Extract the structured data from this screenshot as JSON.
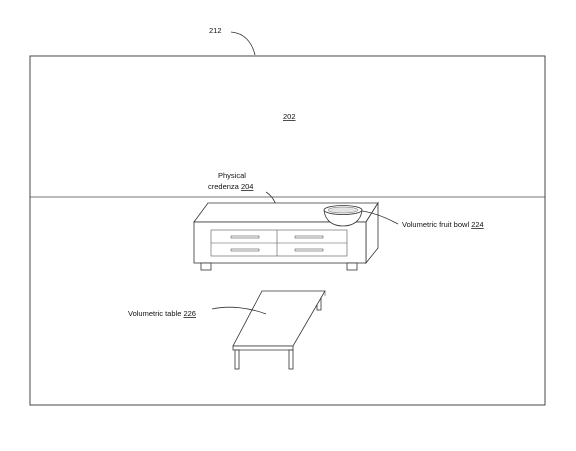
{
  "figure": {
    "frame_ref": "212",
    "region_ref": "202",
    "credenza_label_line1": "Physical",
    "credenza_label_line2": "credenza ",
    "credenza_ref": "204",
    "bowl_label": "Volumetric fruit bowl ",
    "bowl_ref": "224",
    "table_label": "Volumetric table ",
    "table_ref": "226"
  }
}
